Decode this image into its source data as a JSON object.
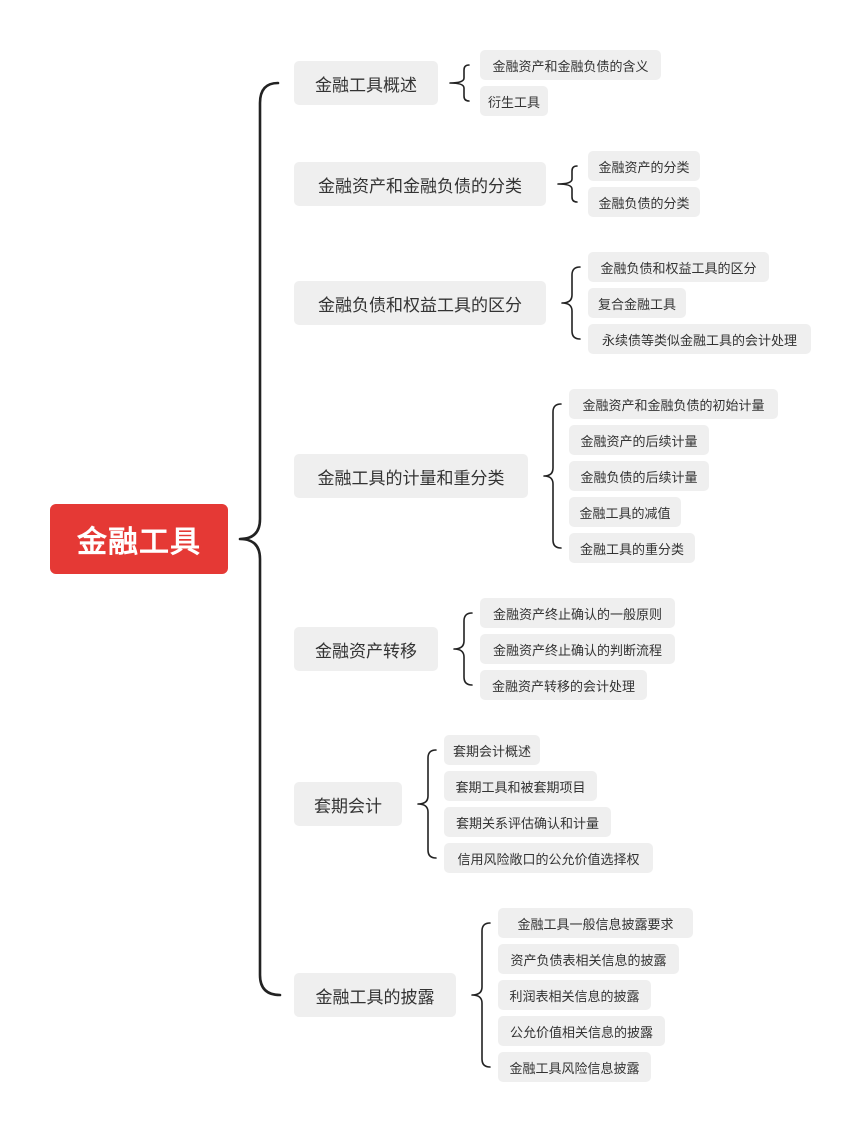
{
  "root": {
    "label": "金融工具"
  },
  "branches": [
    {
      "label": "金融工具概述",
      "children": [
        "金融资产和金融负债的含义",
        "衍生工具"
      ]
    },
    {
      "label": "金融资产和金融负债的分类",
      "children": [
        "金融资产的分类",
        "金融负债的分类"
      ]
    },
    {
      "label": "金融负债和权益工具的区分",
      "children": [
        "金融负债和权益工具的区分",
        "复合金融工具",
        "永续债等类似金融工具的会计处理"
      ]
    },
    {
      "label": "金融工具的计量和重分类",
      "children": [
        "金融资产和金融负债的初始计量",
        "金融资产的后续计量",
        "金融负债的后续计量",
        "金融工具的减值",
        "金融工具的重分类"
      ]
    },
    {
      "label": "金融资产转移",
      "children": [
        "金融资产终止确认的一般原则",
        "金融资产终止确认的判断流程",
        "金融资产转移的会计处理"
      ]
    },
    {
      "label": "套期会计",
      "children": [
        "套期会计概述",
        "套期工具和被套期项目",
        "套期关系评估确认和计量",
        "信用风险敞口的公允价值选择权"
      ]
    },
    {
      "label": "金融工具的披露",
      "children": [
        "金融工具一般信息披露要求",
        "资产负债表相关信息的披露",
        "利润表相关信息的披露",
        "公允价值相关信息的披露",
        "金融工具风险信息披露"
      ]
    }
  ],
  "colors": {
    "root_bg": "#e53935",
    "node_bg": "#efefef",
    "line": "#222222"
  }
}
